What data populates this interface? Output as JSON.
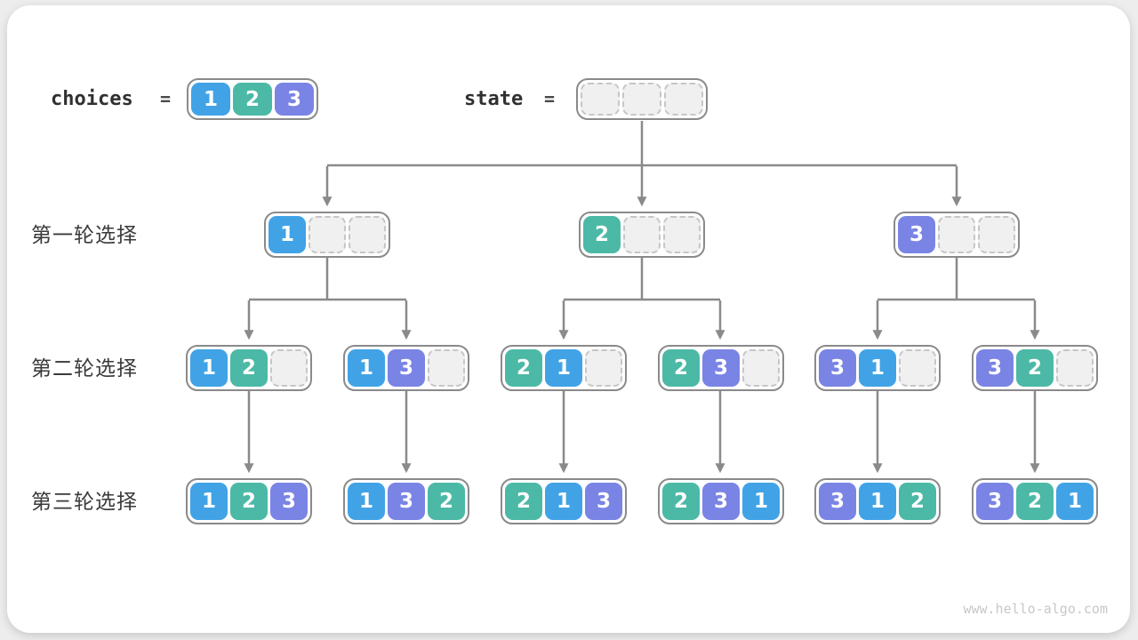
{
  "header": {
    "choices_label": "choices",
    "choices_equals": "=",
    "choices_cells": [
      "1",
      "2",
      "3"
    ],
    "state_label": "state",
    "state_equals": "=",
    "state_cells": [
      "",
      "",
      ""
    ]
  },
  "rows": [
    {
      "label": "第一轮选择",
      "nodes": [
        [
          "1",
          "",
          ""
        ],
        [
          "2",
          "",
          ""
        ],
        [
          "3",
          "",
          ""
        ]
      ]
    },
    {
      "label": "第二轮选择",
      "nodes": [
        [
          "1",
          "2",
          ""
        ],
        [
          "1",
          "3",
          ""
        ],
        [
          "2",
          "1",
          ""
        ],
        [
          "2",
          "3",
          ""
        ],
        [
          "3",
          "1",
          ""
        ],
        [
          "3",
          "2",
          ""
        ]
      ]
    },
    {
      "label": "第三轮选择",
      "nodes": [
        [
          "1",
          "2",
          "3"
        ],
        [
          "1",
          "3",
          "2"
        ],
        [
          "2",
          "1",
          "3"
        ],
        [
          "2",
          "3",
          "1"
        ],
        [
          "3",
          "1",
          "2"
        ],
        [
          "3",
          "2",
          "1"
        ]
      ]
    }
  ],
  "colors": {
    "1": "#41a3e6",
    "2": "#4cb9a6",
    "3": "#7a84e4",
    "node_border": "#8a8a8a",
    "arrow": "#8a8a8a",
    "empty_cell_bg": "#f0f0f0",
    "empty_cell_dash": "#c6c6c6"
  },
  "watermark": "www.hello-algo.com"
}
